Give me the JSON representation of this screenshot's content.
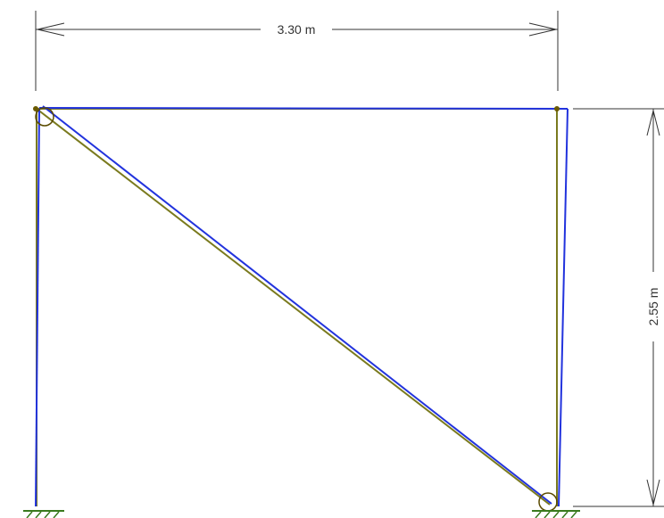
{
  "dimensions": {
    "width_label": "3.30 m",
    "height_label": "2.55 m"
  },
  "colors": {
    "original_structure": "#7a7a1e",
    "deformed_shape": "#2233dd",
    "dimension_line": "#333333",
    "node": "#6b5a00",
    "support_ground": "#3a7a1e"
  },
  "supports": [
    {
      "name": "left-support",
      "type": "fixed"
    },
    {
      "name": "right-support",
      "type": "fixed"
    }
  ]
}
